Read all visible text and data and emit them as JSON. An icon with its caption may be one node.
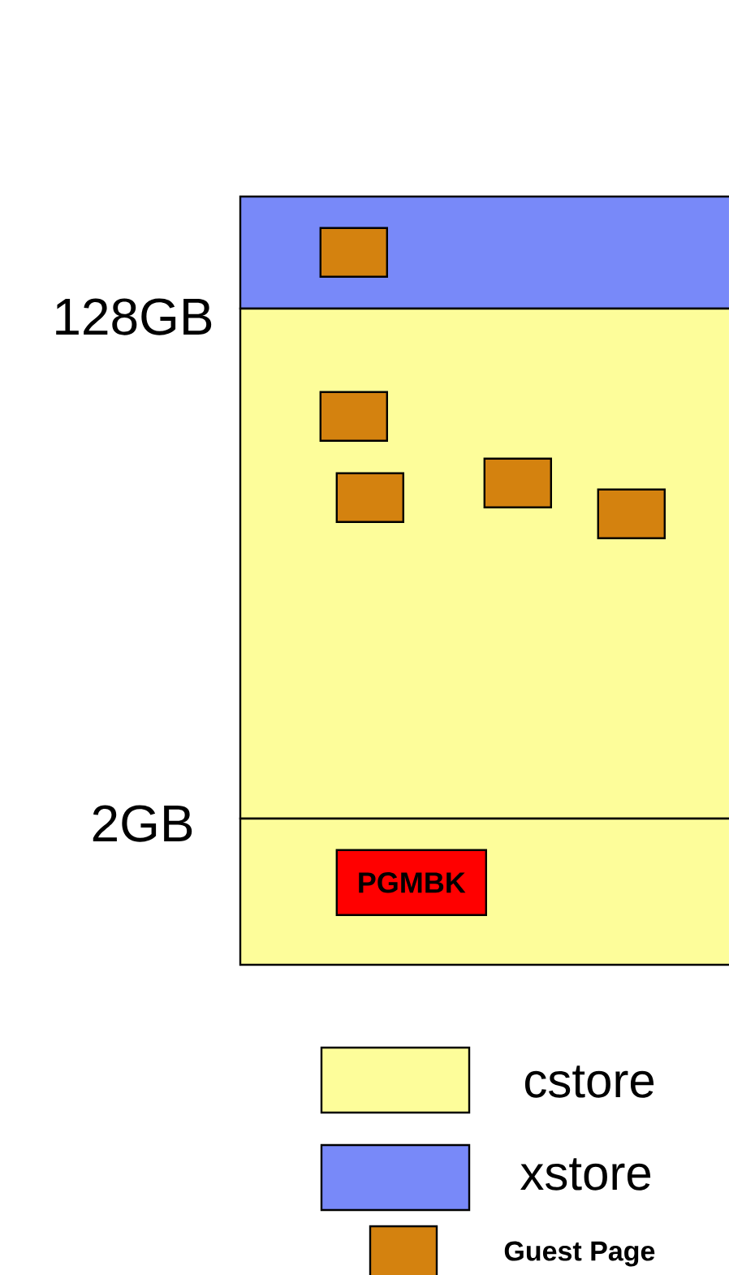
{
  "diagram": {
    "nodes": [
      {
        "text": [],
        "shape": "box"
      },
      {
        "text": [],
        "shape": "box"
      },
      {
        "text": [],
        "shape": "box"
      },
      {
        "text": [],
        "shape": "box",
        "in": 0
      },
      {
        "text": [],
        "shape": "box",
        "in": 1
      },
      {
        "text": [],
        "shape": "box",
        "in": 1
      },
      {
        "text": [],
        "shape": "box",
        "in": 1
      },
      {
        "text": [],
        "shape": "box",
        "in": 1
      },
      {
        "text": [
          "PGMBK"
        ],
        "in": 2
      }
    ],
    "labels": [
      "128GB",
      "2GB"
    ],
    "legend": [
      {
        "text": "cstore",
        "color": "#fdfd9a"
      },
      {
        "text": "xstore",
        "color": "#7889f9"
      },
      {
        "text": "Guest Page",
        "color": "#d4820f"
      }
    ]
  }
}
